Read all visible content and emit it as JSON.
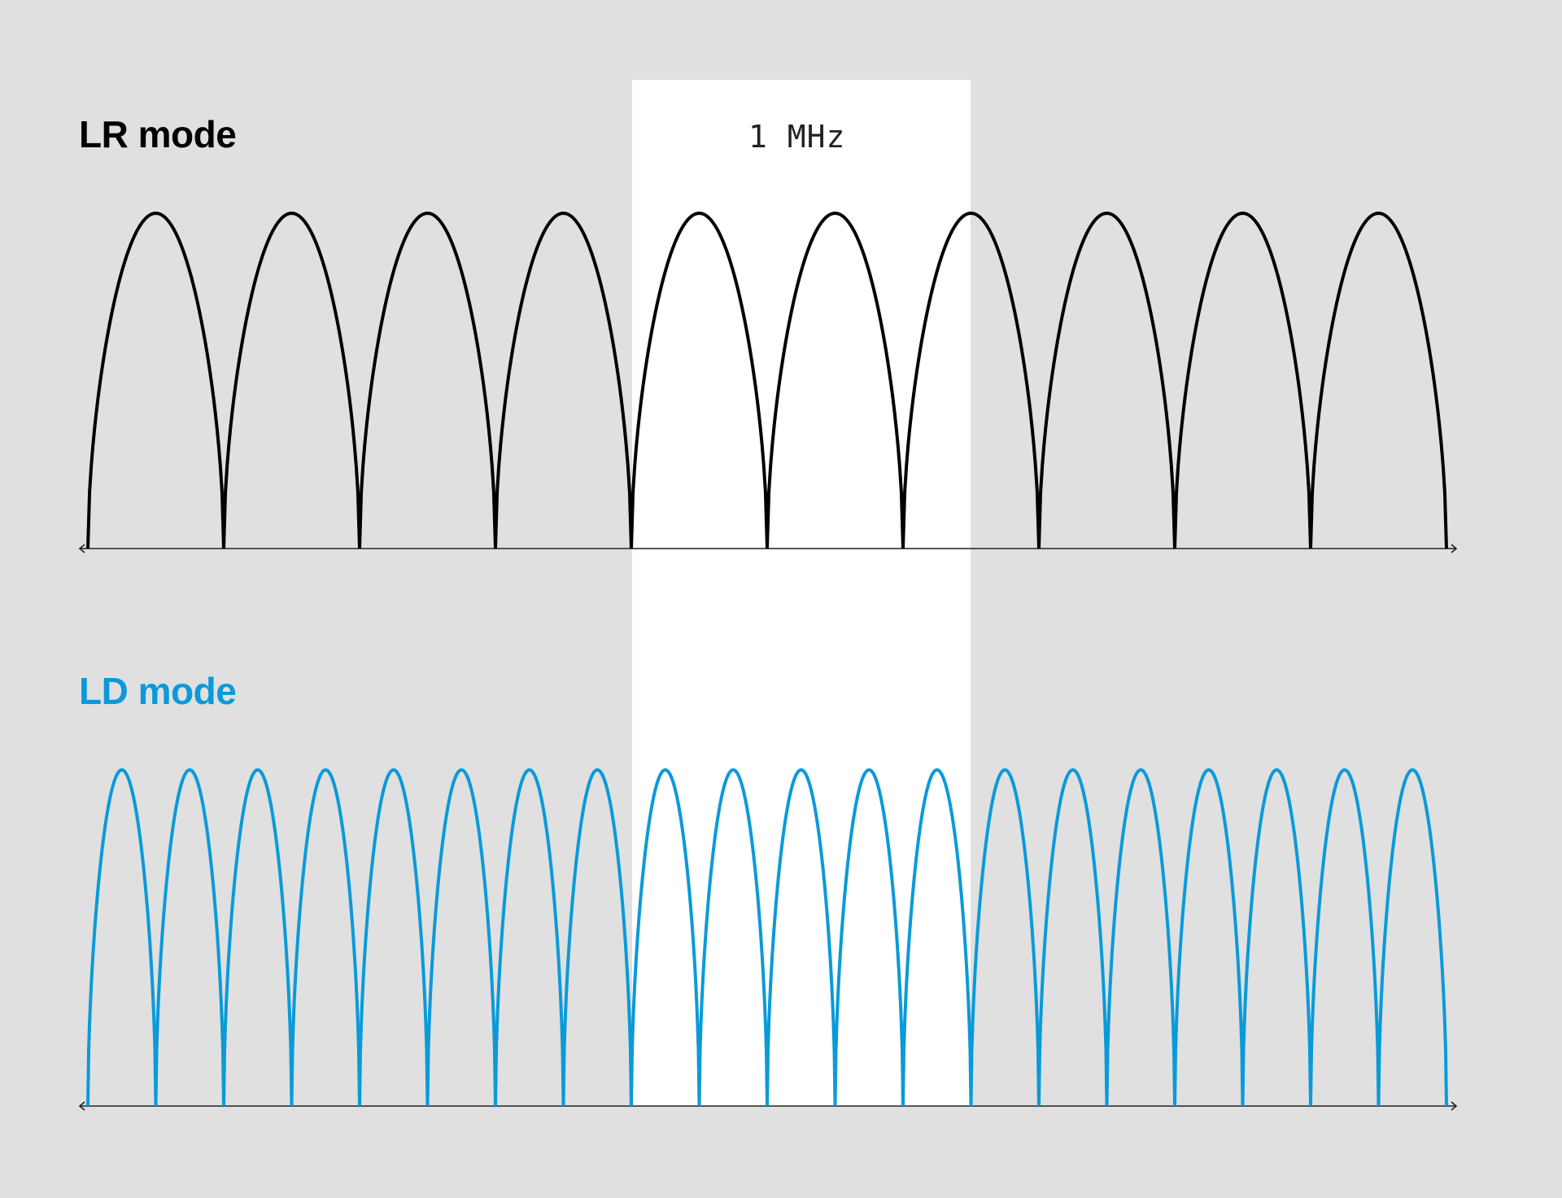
{
  "band": {
    "label": "1 MHz",
    "color": "#ffffff"
  },
  "background_color": "#e0e0e0",
  "panels": [
    {
      "title": "LR mode",
      "color": "#000000",
      "channel_count": 10
    },
    {
      "title": "LD mode",
      "color": "#0a9ad9",
      "channel_count": 20
    }
  ]
}
